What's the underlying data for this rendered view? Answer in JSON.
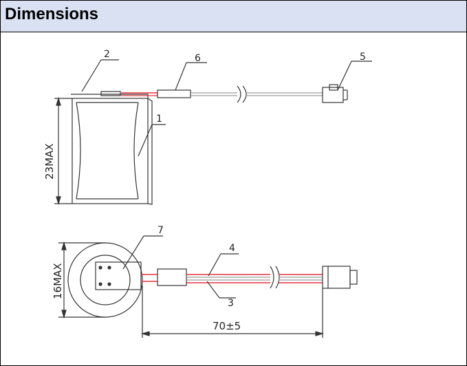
{
  "header": {
    "title": "Dimensions"
  },
  "drawing": {
    "part_labels": [
      "1",
      "2",
      "3",
      "4",
      "5",
      "6",
      "7"
    ],
    "dimensions": {
      "height": "23MAX",
      "diameter": "16MAX",
      "lead_length": "70±5"
    },
    "colors": {
      "line": "#333333",
      "wire_red": "#e8323c",
      "wire_gray": "#9a9a9a"
    }
  }
}
